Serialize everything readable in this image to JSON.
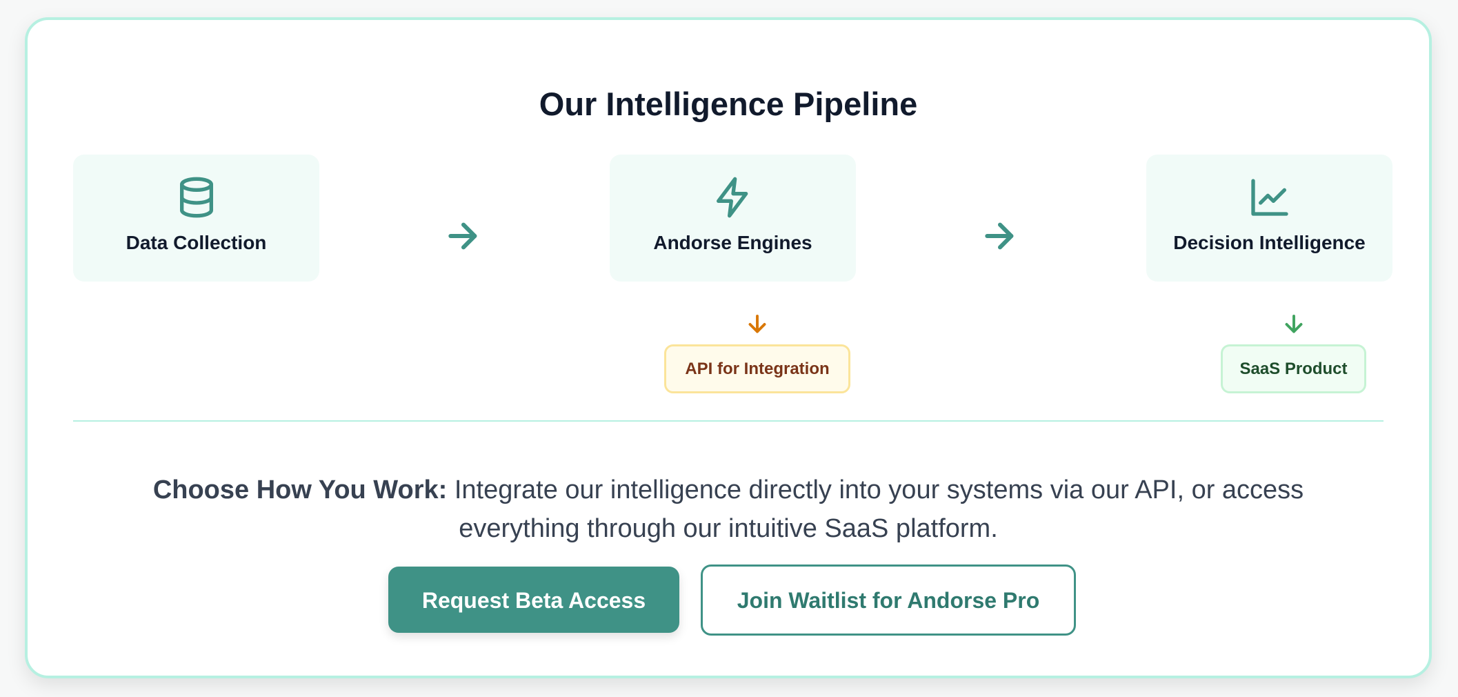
{
  "title": "Our Intelligence Pipeline",
  "stages": [
    {
      "label": "Data Collection",
      "icon": "database-icon"
    },
    {
      "label": "Andorse Engines",
      "icon": "lightning-bolt-icon"
    },
    {
      "label": "Decision Intelligence",
      "icon": "line-chart-icon"
    }
  ],
  "outputs": {
    "api": {
      "label": "API for Integration",
      "arrow_color": "#d97706"
    },
    "saas": {
      "label": "SaaS Product",
      "arrow_color": "#3fa35f"
    }
  },
  "description": {
    "lead": "Choose How You Work:",
    "text": " Integrate our intelligence directly into your systems via our API, or access everything through our intuitive SaaS platform."
  },
  "buttons": {
    "primary": "Request Beta Access",
    "secondary": "Join Waitlist for Andorse Pro"
  },
  "colors": {
    "accent": "#3f9286",
    "card_border": "#b6f0e1",
    "stage_bg": "#f1fbf8"
  }
}
